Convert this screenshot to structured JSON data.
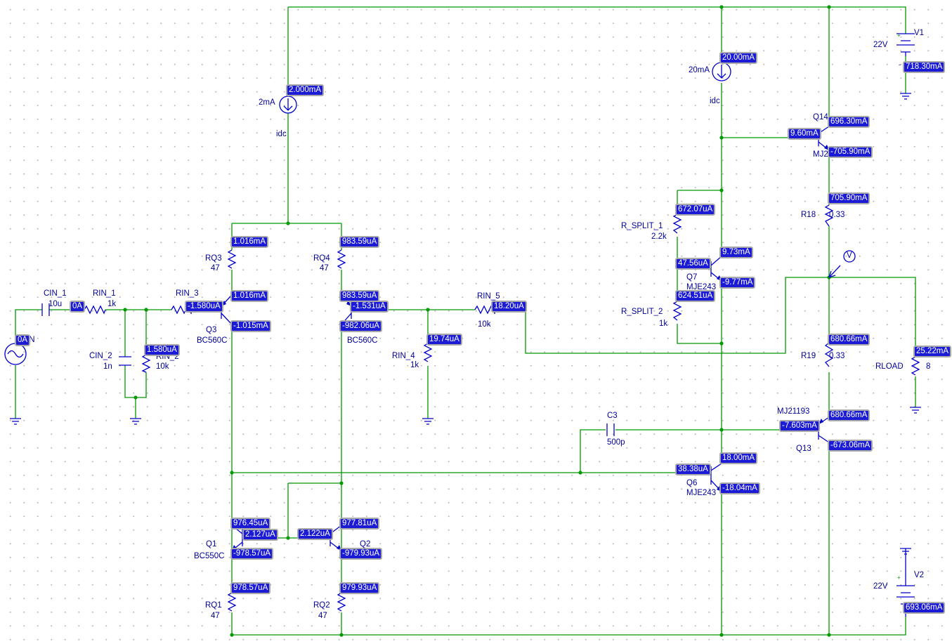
{
  "components": {
    "V1": {
      "name": "V1",
      "value": "22V",
      "current": "718.30mA"
    },
    "V2": {
      "name": "V2",
      "value": "22V",
      "current": "693.06mA"
    },
    "I_top": {
      "value": "20mA",
      "type": "idc",
      "current": "20.00mA"
    },
    "I_mid": {
      "value": "2mA",
      "type": "idc",
      "current": "2.000mA"
    },
    "IN": {
      "name": "IN",
      "current": "0A"
    },
    "CIN_1": {
      "name": "CIN_1",
      "value": "10u",
      "current": "0A"
    },
    "RIN_1": {
      "name": "RIN_1",
      "value": "1k"
    },
    "CIN_2": {
      "name": "CIN_2",
      "value": "1n"
    },
    "RIN_2": {
      "name": "RIN_2",
      "value": "10k",
      "current": "1.580uA"
    },
    "RIN_3": {
      "name": "RIN_3"
    },
    "RIN_4": {
      "name": "RIN_4",
      "value": "1k",
      "current": "19.74uA"
    },
    "RIN_5": {
      "name": "RIN_5",
      "value": "10k",
      "current": "18.20uA"
    },
    "RQ1": {
      "name": "RQ1",
      "value": "47",
      "current": "978.57uA"
    },
    "RQ2": {
      "name": "RQ2",
      "value": "47",
      "current": "979.93uA"
    },
    "RQ3": {
      "name": "RQ3",
      "value": "47",
      "current": "1.016mA"
    },
    "RQ4": {
      "name": "RQ4",
      "value": "47",
      "current": "983.59uA"
    },
    "Q1": {
      "name": "Q1",
      "model": "BC550C",
      "ic": "976.45uA",
      "ib": "2.127uA",
      "ie": "-978.57uA"
    },
    "Q2": {
      "name": "Q2",
      "ic": "977.81uA",
      "ib": "2.122uA",
      "ie": "-979.93uA"
    },
    "Q3": {
      "name": "Q3",
      "model": "BC560C",
      "ie": "1.016mA",
      "ib": "-1.580uA",
      "ic": "-1.015mA"
    },
    "Q4": {
      "model": "BC560C",
      "ie": "983.59uA",
      "ib": "-1.531uA",
      "ic": "-982.06uA"
    },
    "Q6": {
      "name": "Q6",
      "model": "MJE243",
      "ib": "38.38uA",
      "ic": "18.00mA",
      "ie": "-18.04mA"
    },
    "Q7": {
      "name": "Q7",
      "model": "MJE243",
      "ib": "47.56uA",
      "ic": "9.73mA",
      "ie": "-9.77mA"
    },
    "Q13": {
      "name": "Q13",
      "model": "MJ21193",
      "ib": "-7.603mA",
      "ie": "680.66mA",
      "ic": "-673.06mA"
    },
    "Q14": {
      "name": "Q14",
      "model": "MJ2",
      "ib": "9.60mA",
      "ic": "696.30mA",
      "ie": "-705.90mA"
    },
    "R_SPLIT_1": {
      "name": "R_SPLIT_1",
      "value": "2.2k",
      "current": "672.07uA"
    },
    "R_SPLIT_2": {
      "name": "R_SPLIT_2",
      "value": "1k",
      "current": "624.51uA"
    },
    "R18": {
      "name": "R18",
      "value": "0.33",
      "current": "705.90mA"
    },
    "R19": {
      "name": "R19",
      "value": "0.33",
      "current": "680.66mA"
    },
    "RLOAD": {
      "name": "RLOAD",
      "value": "8",
      "current": "25.22mA"
    },
    "C3": {
      "name": "C3",
      "value": "500p"
    },
    "probe": {
      "label": "V"
    }
  },
  "colors": {
    "wire": "#009900",
    "component": "#0000cc",
    "marker_bg": "#1b1bd6",
    "marker_text": "#ffffff"
  }
}
